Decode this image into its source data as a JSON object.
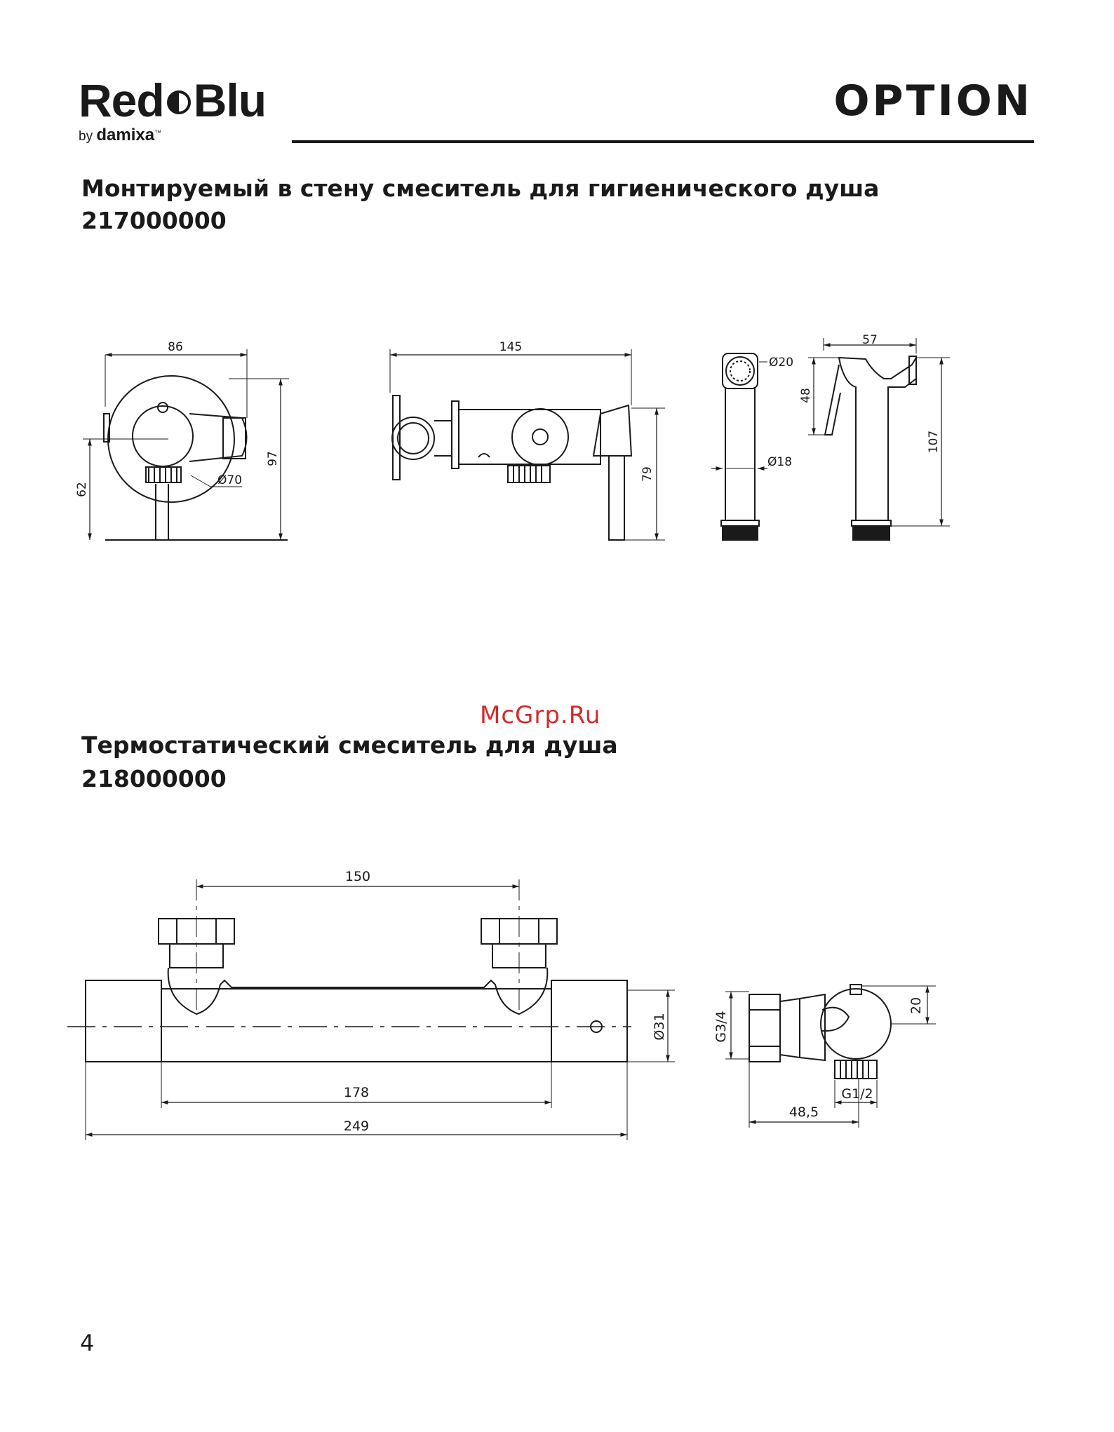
{
  "header": {
    "brand_left": "Red",
    "brand_right": "Blu",
    "brand_by": "by",
    "brand_sub": "damixa",
    "brand_tm": "™",
    "series": "OPTION"
  },
  "product1": {
    "title": "Монтируемый в стену смеситель для гигиенического душа",
    "code": "217000000",
    "dims": {
      "d86": "86",
      "d97": "97",
      "d62": "62",
      "d70": "Ø70",
      "d145": "145",
      "d79": "79",
      "d20": "Ø20",
      "d18": "Ø18",
      "d57": "57",
      "d48": "48",
      "d107": "107"
    }
  },
  "watermark": "McGrp.Ru",
  "product2": {
    "title": "Термостатический смеситель для душа",
    "code": "218000000",
    "dims": {
      "d150": "150",
      "d178": "178",
      "d249": "249",
      "d31": "Ø31",
      "g34": "G3/4",
      "d20": "20",
      "g12": "G1/2",
      "d485": "48,5"
    }
  },
  "footer": {
    "page": "4"
  }
}
